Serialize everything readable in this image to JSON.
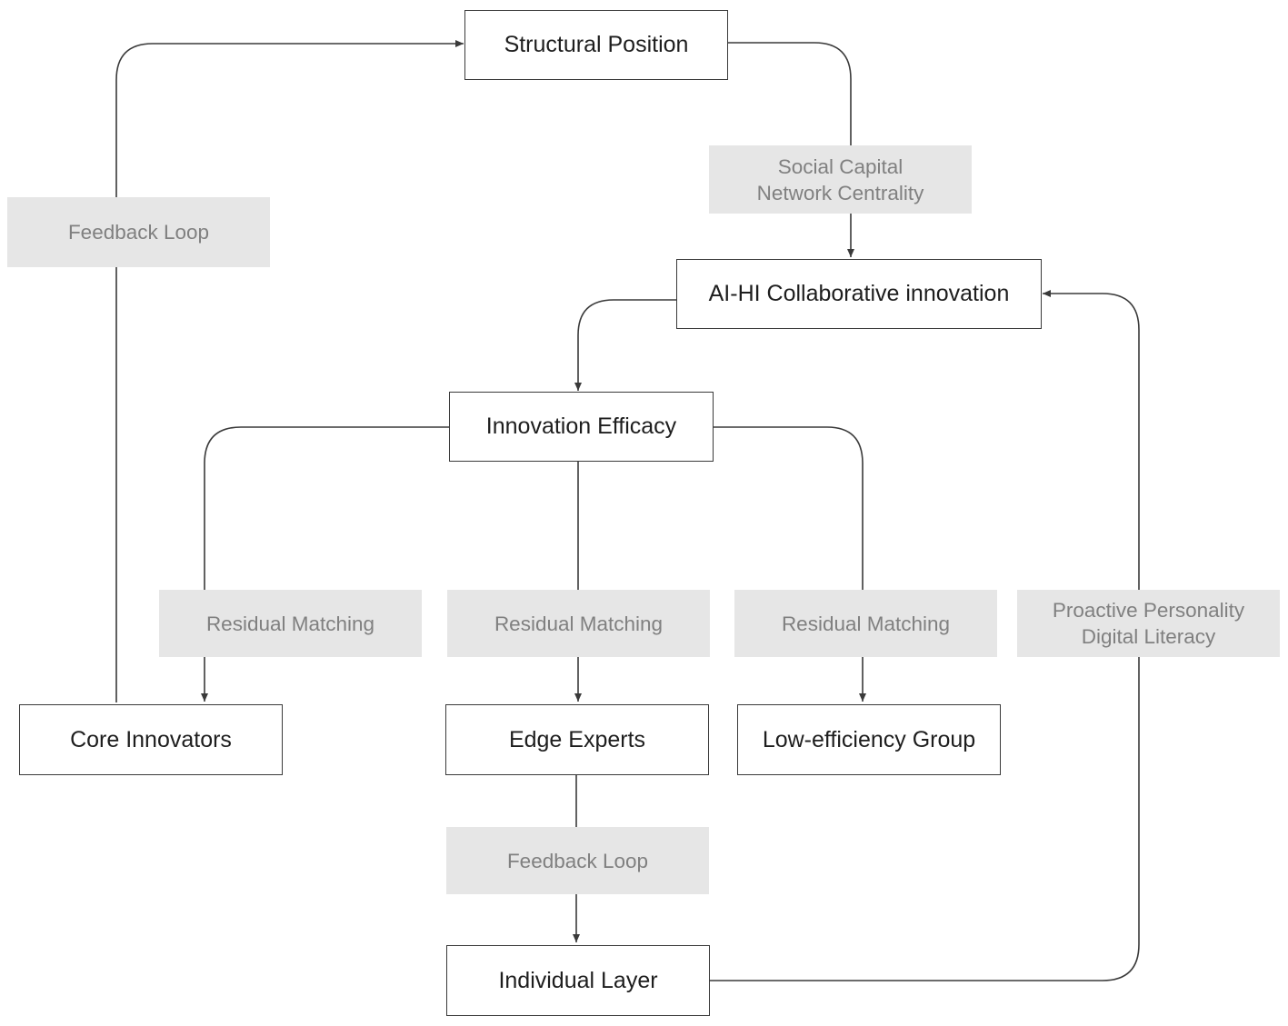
{
  "nodes": {
    "structural_position": "Structural Position",
    "ai_hi": "AI-HI Collaborative innovation",
    "innovation_efficacy": "Innovation Efficacy",
    "core_innovators": "Core Innovators",
    "edge_experts": "Edge Experts",
    "low_efficiency": "Low-efficiency Group",
    "individual_layer": "Individual Layer"
  },
  "labels": {
    "feedback_loop_left": "Feedback Loop",
    "social_capital_line1": "Social Capital",
    "social_capital_line2": "Network Centrality",
    "residual_left": "Residual Matching",
    "residual_center": "Residual Matching",
    "residual_right": "Residual Matching",
    "proactive_line1": "Proactive Personality",
    "proactive_line2": "Digital Literacy",
    "feedback_loop_bottom": "Feedback Loop"
  },
  "colors": {
    "line": "#3a3a3a",
    "label_bg": "#e6e6e6",
    "label_text": "#808080",
    "node_text": "#1e1e1e"
  }
}
